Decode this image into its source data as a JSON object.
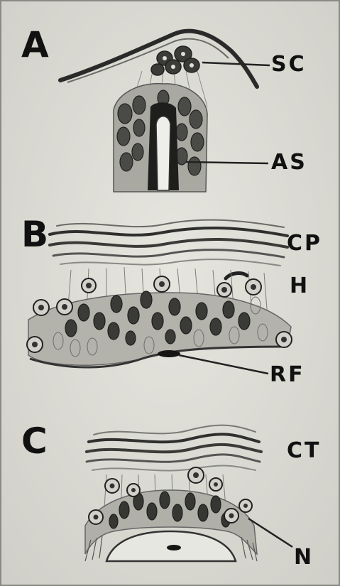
{
  "figure": {
    "background": "#dcdcd6",
    "ink": "#111111",
    "panels": [
      {
        "letter": "A",
        "labels": [
          "SC",
          "AS"
        ]
      },
      {
        "letter": "B",
        "labels": [
          "CP",
          "H",
          "RF"
        ]
      },
      {
        "letter": "C",
        "labels": [
          "CT",
          "N"
        ]
      }
    ]
  }
}
